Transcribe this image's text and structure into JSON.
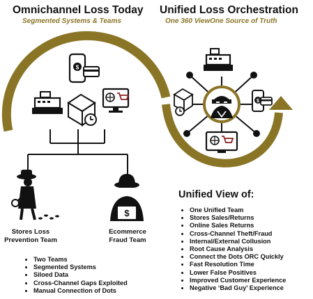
{
  "colors": {
    "accent": "#8a7526",
    "ink": "#111111"
  },
  "left_panel": {
    "title": "Omnichannel Loss Today",
    "subtitle": "Segmented Systems & Teams",
    "team_stores": [
      "Stores Loss",
      "Prevention Team"
    ],
    "team_ecom": [
      "Ecommerce",
      "Fraud Team"
    ],
    "bullets": [
      "Two Teams",
      "Segmented Systems",
      "Siloed Data",
      "Cross-Channel Gaps Exploited",
      "Manual Connection of Dots"
    ]
  },
  "right_panel": {
    "title": "Unified Loss Orchestration",
    "subtitle": "One 360 ViewOne Source of Truth",
    "unified_title": "Unified View of:",
    "bullets": [
      "One Unified Team",
      "Stores Sales/Returns",
      "Online Sales Returns",
      "Cross-Channel Theft/Fraud",
      "Internal/External Collusion",
      "Root Cause Analysis",
      " Connect the Dots ORC Quickly",
      "Fast Resolution Time",
      "Lower False Positives",
      "Improved Customer Experience",
      "Negative ‘Bad Guy’ Experience"
    ]
  },
  "icons": {
    "left": [
      "phone-payment-icon",
      "cash-register-icon",
      "returns-box-icon",
      "online-shop-icon"
    ],
    "right_hub": "thief-icon",
    "right_spokes": [
      "cash-register-icon",
      "mobile-payment-icon",
      "online-shop-icon",
      "returns-box-icon",
      "card-icon",
      "laptop-icon"
    ],
    "people": [
      "detective-icon",
      "hacker-icon"
    ]
  }
}
